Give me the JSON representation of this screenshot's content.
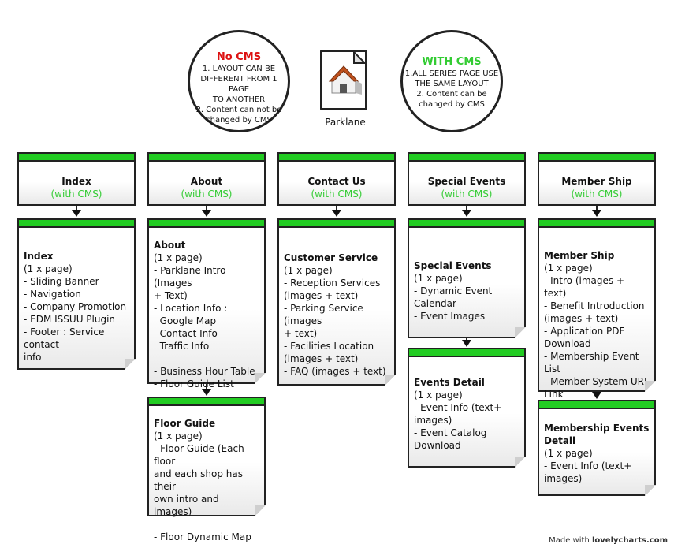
{
  "no_cms": {
    "title": "No CMS",
    "lines": [
      "1. LAYOUT CAN BE",
      "DIFFERENT FROM 1 PAGE",
      "TO ANOTHER",
      "2.  Content can not be",
      "changed by CMS"
    ]
  },
  "with_cms": {
    "title": "WITH CMS",
    "lines": [
      "1.ALL SERIES PAGE USE",
      "THE SAME LAYOUT",
      "2. Content can be",
      "changed by CMS"
    ]
  },
  "site": {
    "label": "Parklane"
  },
  "top_nodes": [
    {
      "title": "Index",
      "subtitle": "(with CMS)"
    },
    {
      "title": "About",
      "subtitle": "(with CMS)"
    },
    {
      "title": "Contact Us",
      "subtitle": "(with CMS)"
    },
    {
      "title": "Special Events",
      "subtitle": "(with CMS)"
    },
    {
      "title": "Member Ship",
      "subtitle": "(with CMS)"
    }
  ],
  "detail_nodes": {
    "index": {
      "heading": "Index",
      "lines": [
        "(1 x page)",
        "- Sliding Banner",
        "- Navigation",
        "- Company Promotion",
        "- EDM ISSUU Plugin",
        "- Footer : Service contact",
        "info"
      ]
    },
    "about": {
      "heading": "About",
      "lines": [
        "(1 x page)",
        "- Parklane Intro (Images",
        "+ Text)",
        "- Location Info :",
        "  Google Map",
        "  Contact Info",
        "  Traffic Info",
        "",
        "- Business Hour Table",
        "- Floor Guide List"
      ]
    },
    "floor_guide": {
      "heading": "Floor Guide",
      "lines": [
        "(1 x page)",
        "- Floor Guide (Each floor",
        "and each shop has their",
        "own intro and images)",
        "",
        "- Floor Dynamic Map"
      ]
    },
    "contact": {
      "heading": "Customer Service",
      "lines": [
        "(1 x page)",
        "- Reception Services",
        "(images + text)",
        "- Parking Service (images",
        "+ text)",
        "- Facilities Location",
        "(images + text)",
        "- FAQ (images + text)"
      ]
    },
    "special_events": {
      "heading": "Special Events",
      "lines": [
        "(1 x page)",
        "- Dynamic Event Calendar",
        "- Event Images"
      ]
    },
    "events_detail": {
      "heading": "Events Detail",
      "lines": [
        "(1 x page)",
        "- Event Info (text+",
        "images)",
        "- Event Catalog",
        "Download"
      ]
    },
    "membership": {
      "heading": "Member Ship",
      "lines": [
        "(1 x page)",
        "- Intro (images + text)",
        "- Benefit Introduction",
        "(images + text)",
        "- Application PDF",
        "Download",
        "- Membership Event List",
        "- Member System URL",
        "Link"
      ]
    },
    "membership_events": {
      "heading": "Membership Events Detail",
      "lines": [
        "(1 x page)",
        "- Event Info (text+",
        "images)"
      ]
    }
  },
  "footer": {
    "prefix": "Made with",
    "brand": "lovelycharts.com"
  },
  "colors": {
    "green": "#22cc22",
    "red": "#dd1111",
    "border": "#222222"
  }
}
